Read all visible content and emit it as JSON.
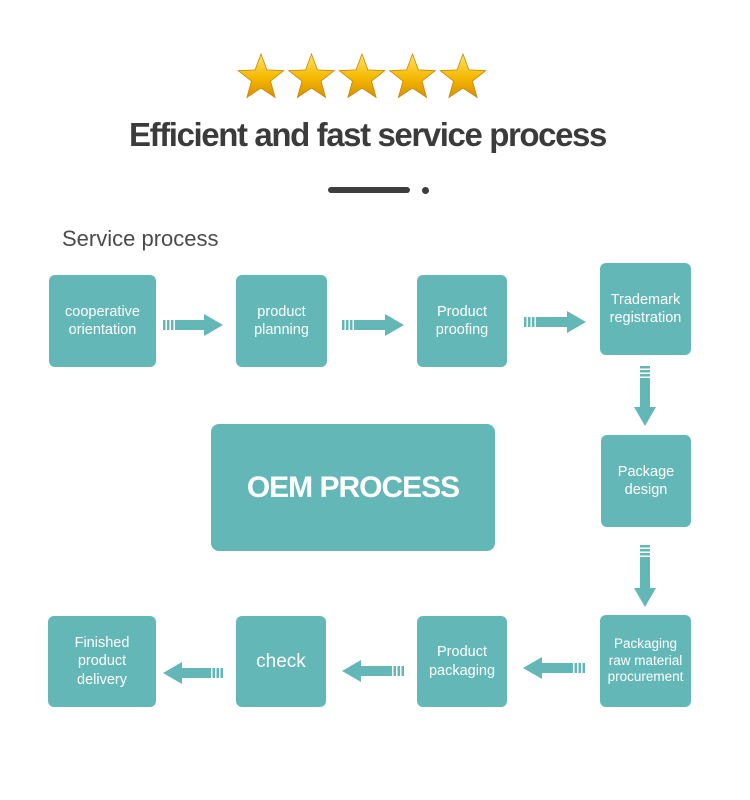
{
  "header": {
    "rating_stars": 5,
    "title": "Efficient and fast service process",
    "section_label": "Service process"
  },
  "colors": {
    "box": "#63b8b7",
    "star": "#f2b500",
    "title_text": "#3b3b3b"
  },
  "steps": {
    "cooperative_orientation": "cooperative\norientation",
    "product_planning": "product\nplanning",
    "product_proofing": "Product\nproofing",
    "trademark_registration": "Trademark\nregistration",
    "package_design": "Package\ndesign",
    "packaging_raw_material_procurement": "Packaging\nraw material\nprocurement",
    "product_packaging": "Product\npackaging",
    "check": "check",
    "finished_product_delivery": "Finished\nproduct delivery"
  },
  "center_label": "OEM PROCESS",
  "icons": {
    "star": "star-icon",
    "arrow": "arrow-icon"
  }
}
